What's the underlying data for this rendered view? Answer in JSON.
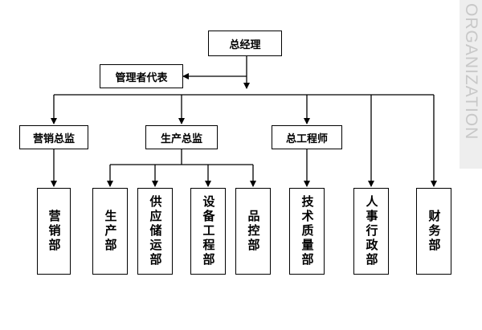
{
  "side_label": "ORGANIZATION",
  "nodes": {
    "gm": "总经理",
    "mgmt_rep": "管理者代表",
    "sales_director": "营销总监",
    "production_director": "生产总监",
    "chief_engineer": "总工程师",
    "sales_dept": "营销部",
    "production_dept": "生产部",
    "supply_dept": "供应储运部",
    "equipment_dept": "设备工程部",
    "quality_control_dept": "品控部",
    "tech_quality_dept": "技术质量部",
    "hr_admin_dept": "人事行政部",
    "finance_dept": "财务部"
  },
  "colors": {
    "line": "#000000",
    "side_text": "#c8c8c8",
    "side_bg": "#eeeeee"
  }
}
